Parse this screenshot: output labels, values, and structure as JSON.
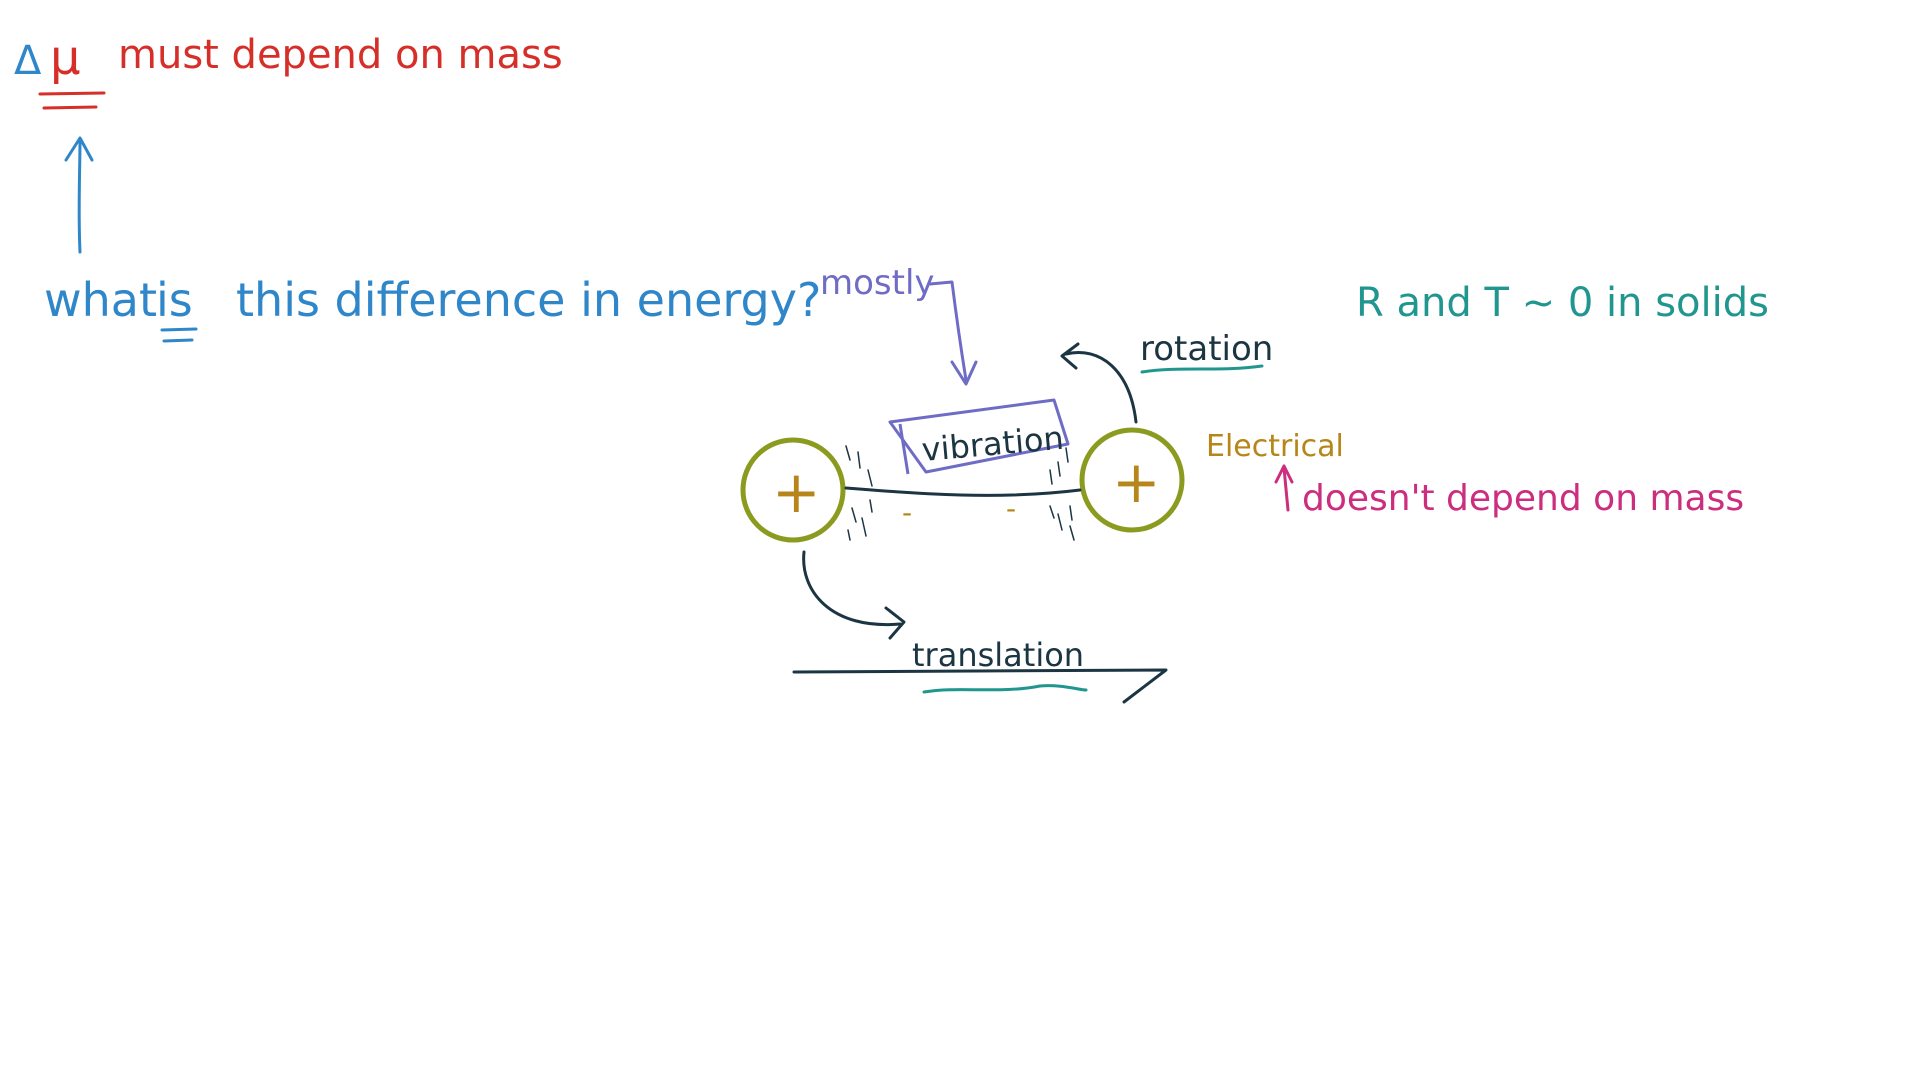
{
  "colors": {
    "red": "#d62f2a",
    "blue": "#2f86c9",
    "purple": "#6f6cc6",
    "navy": "#1c3542",
    "teal": "#21968f",
    "olive": "#8b9b1f",
    "gold": "#b6861a",
    "magenta": "#cc2d7f"
  },
  "notes": {
    "delta_symbol": "Δ",
    "mu_symbol": "μ",
    "must_depend": "must depend on mass",
    "what": "what",
    "is_word": "is",
    "question": "this difference in energy?",
    "mostly": "mostly",
    "vibration": "vibration",
    "rotation": "rotation",
    "translation": "translation",
    "electrical": "Electrical",
    "doesnt_depend": "doesn't depend on mass",
    "solids_note": "R and T ~ 0 in solids",
    "plus_left": "+",
    "plus_right": "+",
    "minus_left": "-",
    "minus_right": "-"
  },
  "icons": [
    "up-arrow-icon",
    "down-arrow-icon",
    "curved-arrow-icon",
    "atom-icon"
  ]
}
